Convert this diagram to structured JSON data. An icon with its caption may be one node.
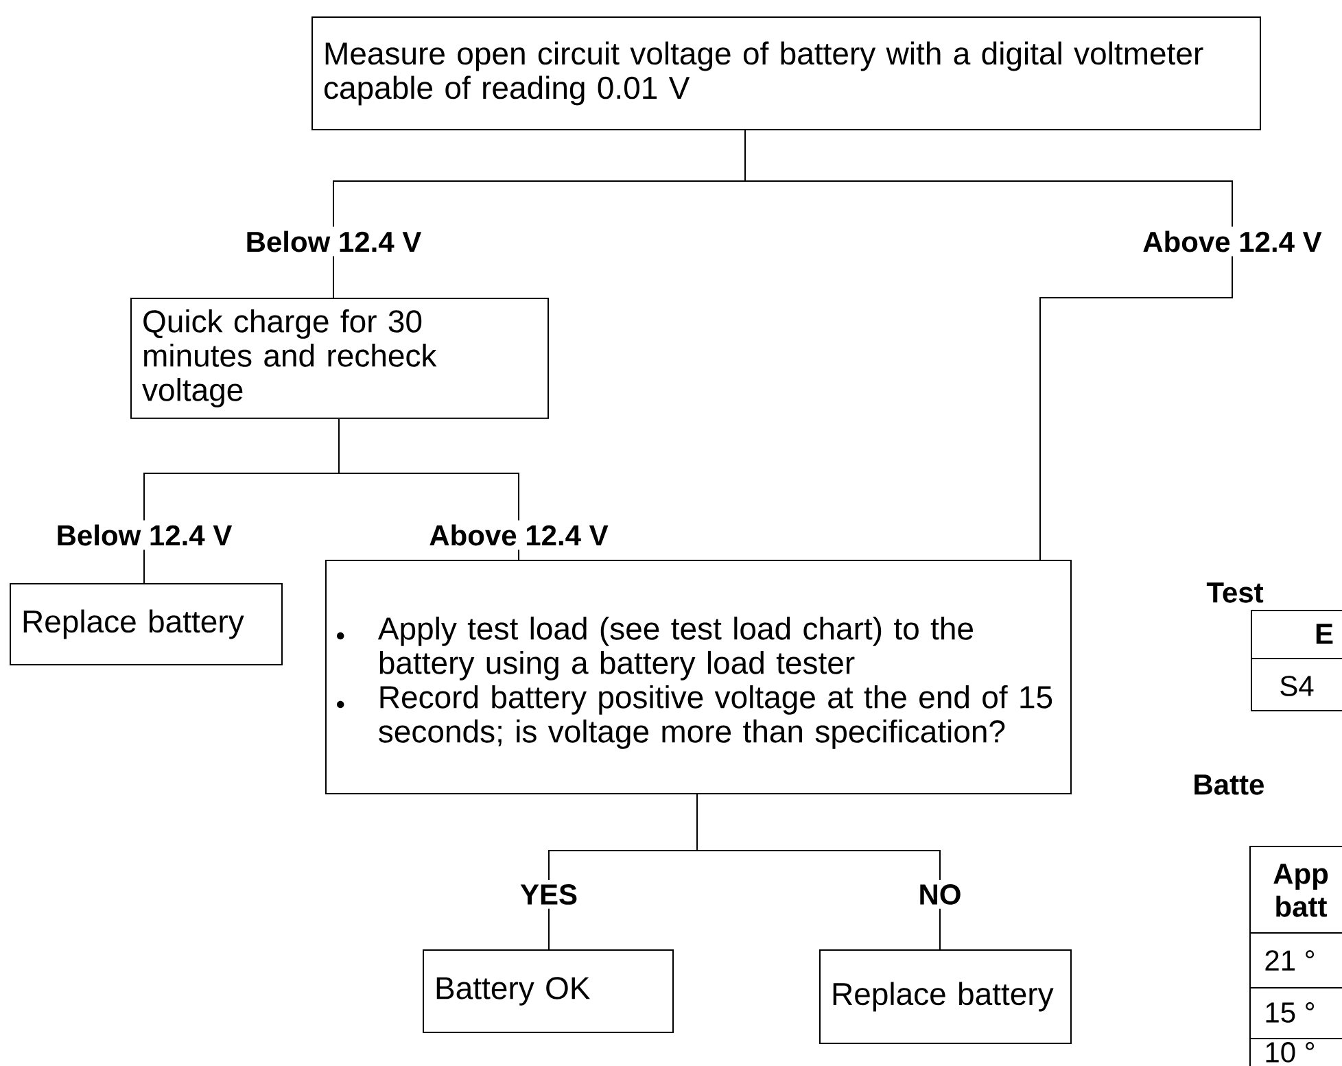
{
  "diagram": {
    "nodes": [
      {
        "text": [
          "Measure open circuit voltage of battery with a digital voltmeter capable of reading 0.01 V"
        ]
      },
      {
        "text": [
          "Quick charge for 30 minutes and recheck voltage"
        ]
      },
      {
        "text": [
          "Replace battery"
        ]
      },
      {
        "text": [
          "Apply test load (see test load chart) to the battery using a battery load tester",
          "Record battery positive voltage at the end of 15 seconds; is voltage more than specification?"
        ]
      },
      {
        "text": [
          "Battery OK"
        ]
      },
      {
        "text": [
          "Replace battery"
        ]
      }
    ],
    "edges": [
      {
        "from": 0,
        "to": 1,
        "arrow": "none",
        "label": "Below 12.4 V"
      },
      {
        "from": 0,
        "to": 3,
        "arrow": "none",
        "label": "Above 12.4 V"
      },
      {
        "from": 1,
        "to": 2,
        "arrow": "none",
        "label": "Below 12.4 V"
      },
      {
        "from": 1,
        "to": 3,
        "arrow": "none",
        "label": "Above 12.4 V"
      },
      {
        "from": 3,
        "to": 4,
        "arrow": "none",
        "label": "YES"
      },
      {
        "from": 3,
        "to": 5,
        "arrow": "none",
        "label": "NO"
      }
    ],
    "labels": [
      "Test",
      "E",
      "S4",
      "Batte",
      "App batt",
      "21 °",
      "15 °",
      "10 °"
    ]
  }
}
